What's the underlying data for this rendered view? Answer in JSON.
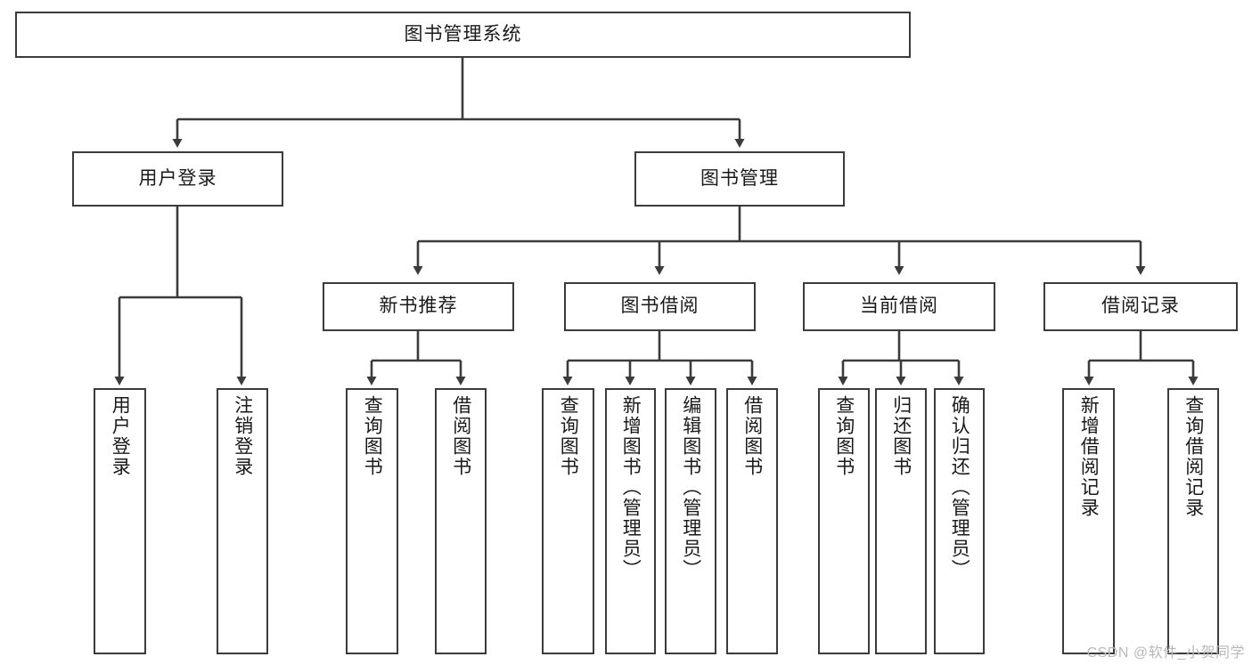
{
  "diagram": {
    "title": "图书管理系统",
    "type": "function-structure-tree",
    "levels": 4,
    "stroke_color": "#3b3b3b",
    "background_color": "#ffffff",
    "text_color": "#1a1a1a"
  },
  "nodes": {
    "root": {
      "label": "图书管理系统"
    },
    "level2": [
      {
        "id": "user-login",
        "label": "用户登录"
      },
      {
        "id": "book-manage",
        "label": "图书管理"
      }
    ],
    "level3": [
      {
        "id": "new-book-recommend",
        "label": "新书推荐"
      },
      {
        "id": "book-borrow",
        "label": "图书借阅"
      },
      {
        "id": "current-borrow",
        "label": "当前借阅"
      },
      {
        "id": "borrow-record",
        "label": "借阅记录"
      }
    ],
    "leaves": {
      "user_login": [
        {
          "id": "leaf-user-login",
          "label": "用户登录"
        },
        {
          "id": "leaf-logout-login",
          "label": "注销登录"
        }
      ],
      "new_book_recommend": [
        {
          "id": "leaf-query-book-1",
          "label": "查询图书"
        },
        {
          "id": "leaf-borrow-book-1",
          "label": "借阅图书"
        }
      ],
      "book_borrow": [
        {
          "id": "leaf-query-book-2",
          "label": "查询图书"
        },
        {
          "id": "leaf-add-book",
          "label": "新增图书（管理员）"
        },
        {
          "id": "leaf-edit-book",
          "label": "编辑图书（管理员）"
        },
        {
          "id": "leaf-borrow-book-2",
          "label": "借阅图书"
        }
      ],
      "current_borrow": [
        {
          "id": "leaf-query-book-3",
          "label": "查询图书"
        },
        {
          "id": "leaf-return-book",
          "label": "归还图书"
        },
        {
          "id": "leaf-confirm-return",
          "label": "确认归还（管理员）"
        }
      ],
      "borrow_record": [
        {
          "id": "leaf-add-record",
          "label": "新增借阅记录"
        },
        {
          "id": "leaf-query-record",
          "label": "查询借阅记录"
        }
      ]
    }
  },
  "watermark": {
    "text": "CSDN @软件_小贺同学"
  }
}
